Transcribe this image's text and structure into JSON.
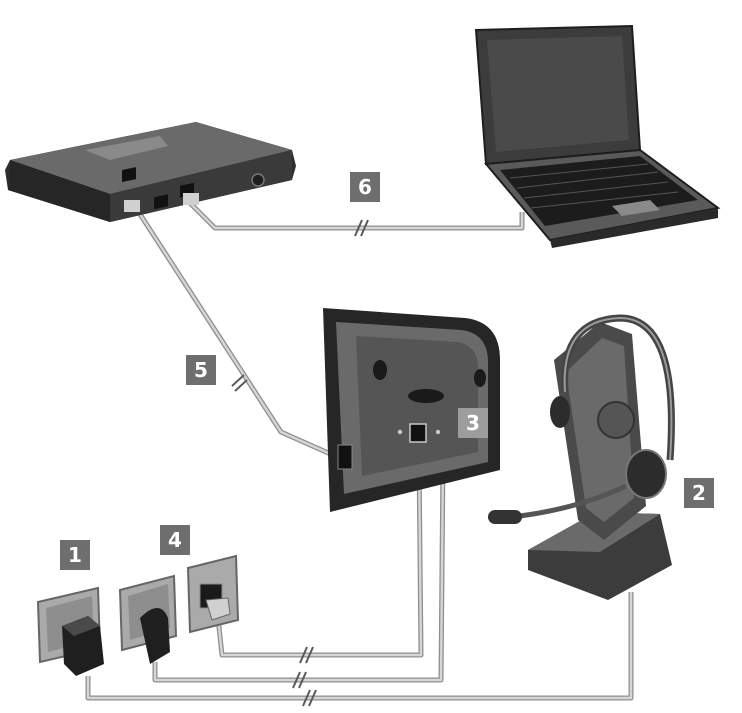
{
  "labels": {
    "power_adapter": "1",
    "charger_headset": "2",
    "base_station": "3",
    "phone_jack": "4",
    "router_cable": "5",
    "pc_cable": "6"
  },
  "icons": {
    "router": "router-icon",
    "laptop": "laptop-icon",
    "base": "base-station-icon",
    "headset": "headset-icon",
    "charger": "charging-cradle-icon",
    "sockets": "wall-socket-icon",
    "adapters": "power-adapter-icon",
    "jack": "phone-jack-icon"
  },
  "colors": {
    "label_dark": "#6e6e6e",
    "label_light": "#9d9d9d",
    "cable": "#c8c8c8",
    "device_dark": "#3a3a3a",
    "device_mid": "#5a5a5a"
  }
}
